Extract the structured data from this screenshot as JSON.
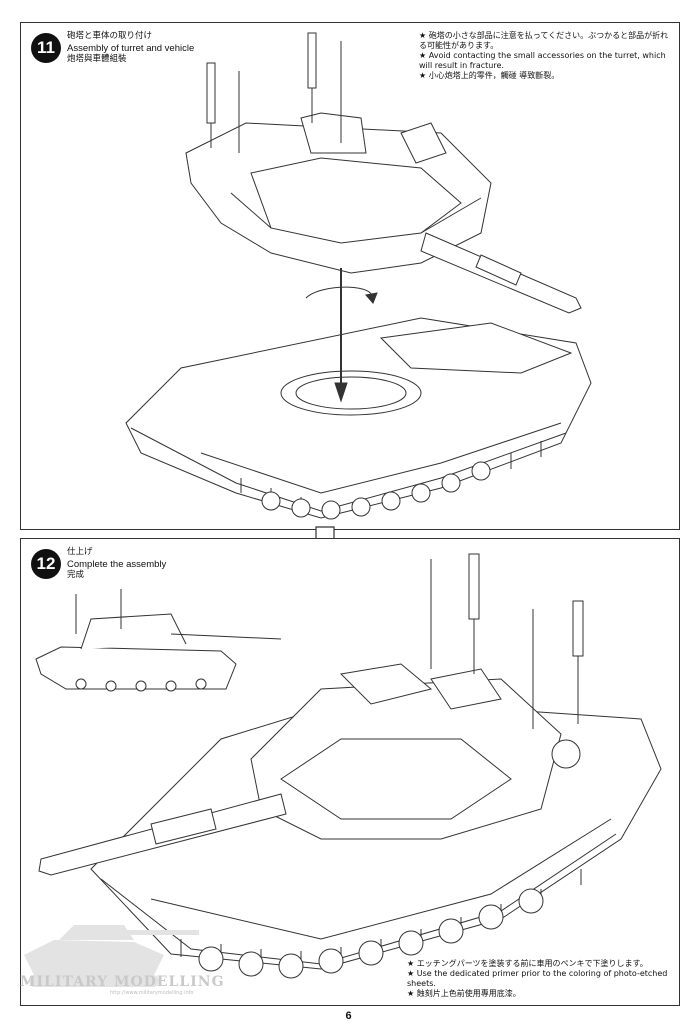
{
  "step11": {
    "number": "11",
    "title_jp": "砲塔と車体の取り付け",
    "title_en": "Assembly of turret and vehicle",
    "title_cn": "炮塔與車體組裝",
    "notes": [
      "★ 砲塔の小さな部品に注意を払ってください。ぶつかると部品が折れる可能性があります。",
      "★ Avoid contacting the small accessories on the turret, which will result in fracture.",
      "★ 小心炮塔上的零件，觸碰 導致斷裂。"
    ]
  },
  "step12": {
    "number": "12",
    "title_jp": "仕上げ",
    "title_en": "Complete the assembly",
    "title_cn": "完成",
    "notes": [
      "★ エッチングパーツを塗装する前に車用のペンキで下塗りします。",
      "★ Use the dedicated primer prior to the coloring of photo-etched sheets.",
      "★ 蝕刻片上色前使用專用底漆。"
    ]
  },
  "page_number": "6",
  "watermark": {
    "text": "MILITARY MODELLING",
    "url": "http://www.militarymodelling.info"
  },
  "colors": {
    "line": "#333333",
    "badge": "#111111",
    "watermark": "#c9c9c9"
  }
}
